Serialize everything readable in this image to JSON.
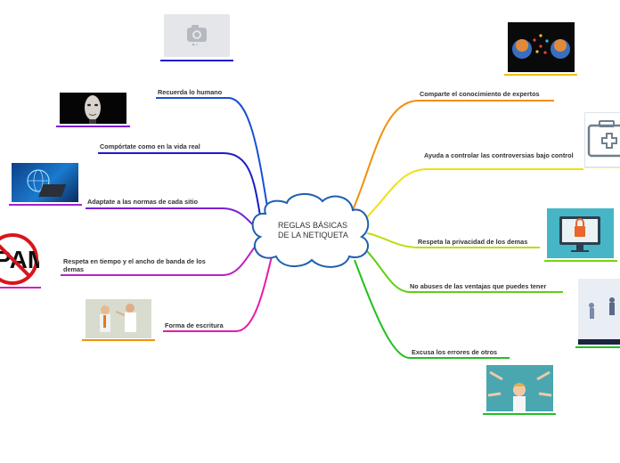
{
  "central_topic": "REGLAS BÁSICAS DE LA NETIQUETA",
  "branches_left": [
    {
      "label": "Recuerda lo humano",
      "color": "#1a4fd6"
    },
    {
      "label": "Compórtate como en la vida real",
      "color": "#1a1acc"
    },
    {
      "label": "Adaptate a las normas de cada sitio",
      "color": "#7a1fd6"
    },
    {
      "label": "Respeta en tiempo y el ancho de banda de los demas",
      "color": "#c020c0"
    },
    {
      "label": "Forma de escritura",
      "color": "#e81aa8"
    }
  ],
  "branches_right": [
    {
      "label": "Comparte el conocimiento de expertos",
      "color": "#f0900a"
    },
    {
      "label": "Ayuda a controlar las controversias bajo control",
      "color": "#f0e010"
    },
    {
      "label": "Respeta la privacidad de los demas",
      "color": "#b8e010"
    },
    {
      "label": "No abuses de las ventajas que puedes tener",
      "color": "#5fd010"
    },
    {
      "label": "Excusa los errores de otros",
      "color": "#20c020"
    }
  ],
  "images": {
    "spam_text": "PAM"
  }
}
